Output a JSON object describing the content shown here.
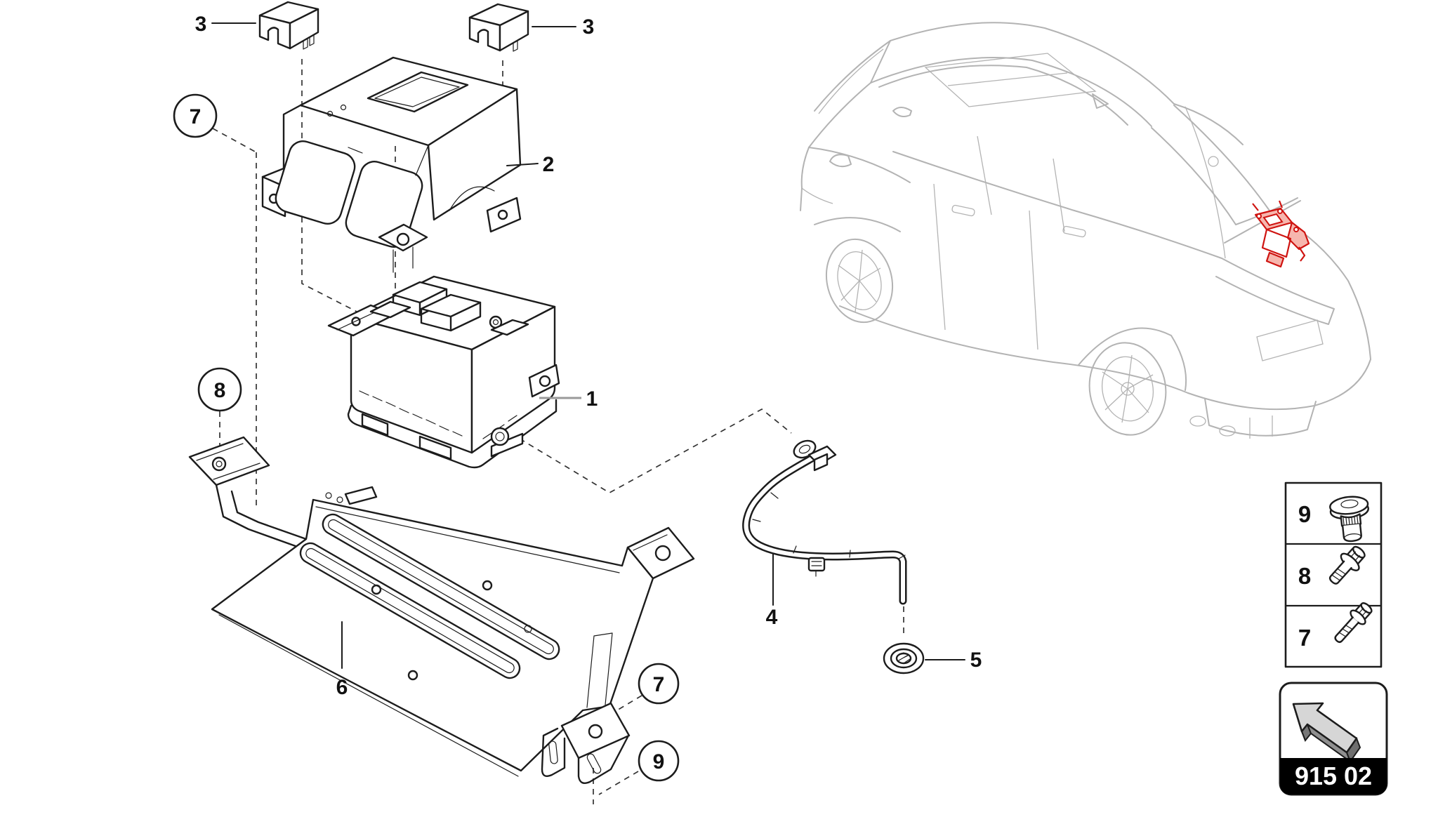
{
  "page": {
    "type": "exploded-parts-diagram",
    "background": "#ffffff"
  },
  "colors": {
    "line": "#1c1c1c",
    "dash": "#333333",
    "car-line": "#b3b3b3",
    "highlight": "#cf1310",
    "gray-leader": "#9a9a9a",
    "nav-bg": "#000000",
    "nav-text": "#ffffff"
  },
  "callouts": {
    "plain": [
      {
        "id": "label-3-left",
        "text": "3"
      },
      {
        "id": "label-3-right",
        "text": "3"
      },
      {
        "id": "label-2",
        "text": "2"
      },
      {
        "id": "label-1",
        "text": "1"
      },
      {
        "id": "label-6",
        "text": "6"
      },
      {
        "id": "label-4",
        "text": "4"
      },
      {
        "id": "label-5",
        "text": "5"
      }
    ],
    "circled": [
      {
        "id": "circle-7-top",
        "text": "7"
      },
      {
        "id": "circle-8",
        "text": "8"
      },
      {
        "id": "circle-7-bottom",
        "text": "7"
      },
      {
        "id": "circle-9",
        "text": "9"
      }
    ]
  },
  "legend": {
    "items": [
      {
        "number": "9",
        "icon": "press-stud-icon"
      },
      {
        "number": "8",
        "icon": "flange-bolt-short-icon"
      },
      {
        "number": "7",
        "icon": "flange-bolt-long-icon"
      }
    ]
  },
  "nav": {
    "code": "915 02",
    "icon": "arrow-up-left-icon"
  }
}
